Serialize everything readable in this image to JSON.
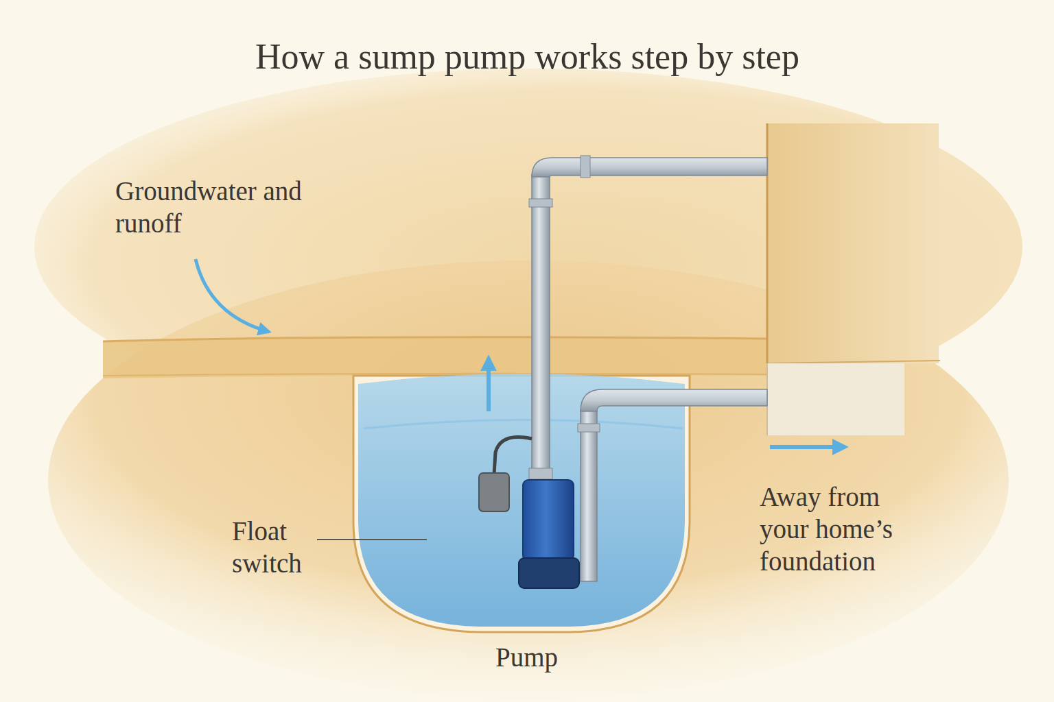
{
  "diagram": {
    "title": "How a sump pump works step by step",
    "labels": [
      "Groundwater and runoff",
      "Float switch",
      "Away from your home’s foundation",
      "Pump"
    ]
  }
}
